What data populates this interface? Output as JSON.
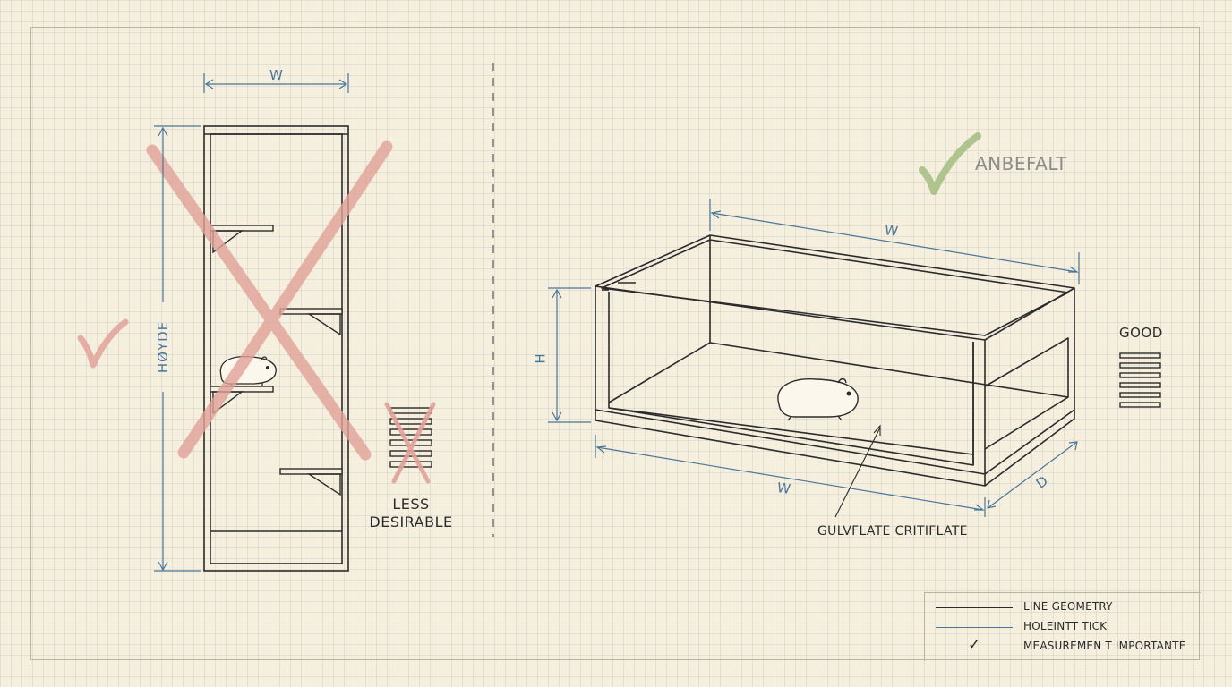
{
  "left_panel": {
    "width_label": "W",
    "height_label": "HØYDE",
    "less_desirable_line1": "LESS",
    "less_desirable_line2": "DESIRABLE"
  },
  "right_panel": {
    "recommended_label": "ANBEFALT",
    "top_width_label": "W",
    "height_label": "H",
    "bottom_width_label": "W",
    "depth_label": "D",
    "floor_callout": "GULVFLATE CRITIFLATE",
    "good_label": "GOOD"
  },
  "legend": {
    "items": [
      {
        "label": "LINE GEOMETRY",
        "swatch": "line"
      },
      {
        "label": "HOLEINTT TICK",
        "swatch": "tick"
      },
      {
        "label": "MEASUREMEN T IMPORTANTE",
        "swatch": "check"
      }
    ]
  },
  "colors": {
    "paper": "#f6efde",
    "ink": "#2b2b2b",
    "dimension_blue": "#4a7699",
    "reject_red": "#e2a29a",
    "approve_green": "#a9bf86"
  },
  "icons": {
    "check_mark": "✓"
  }
}
